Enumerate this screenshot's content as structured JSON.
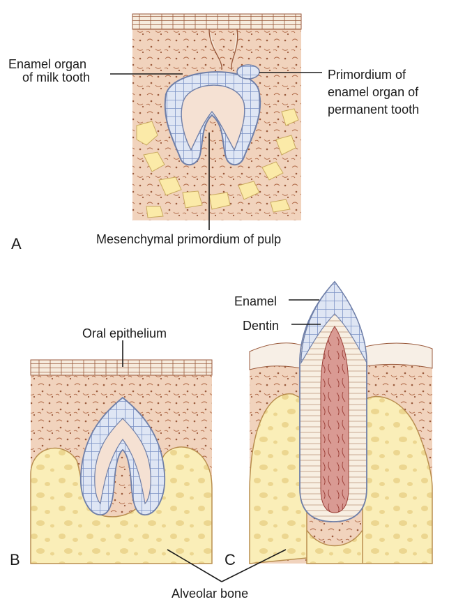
{
  "panels": {
    "a": {
      "letter": "A"
    },
    "b": {
      "letter": "B"
    },
    "c": {
      "letter": "C"
    }
  },
  "labels": {
    "enamel_organ_milk": [
      "Enamel organ",
      "of milk tooth"
    ],
    "primordium_permanent": [
      "Primordium of",
      "enamel organ of",
      "permanent tooth"
    ],
    "mesenchymal_pulp": "Mesenchymal primordium of pulp",
    "oral_epithelium": "Oral epithelium",
    "enamel": "Enamel",
    "dentin": "Dentin",
    "alveolar_bone": "Alveolar bone"
  },
  "colors": {
    "connective_tissue": "#f1d3bd",
    "epithelium_band": "#f6ebdd",
    "enamel_organ_cells": "#dfe6f4",
    "pulp_core": "#f5e1d3",
    "alveolar_bone": "#faeeb8",
    "dentin": "#f8efe2",
    "pulp_pink": "#d99a93",
    "outline_brown": "#9a5a3c"
  }
}
